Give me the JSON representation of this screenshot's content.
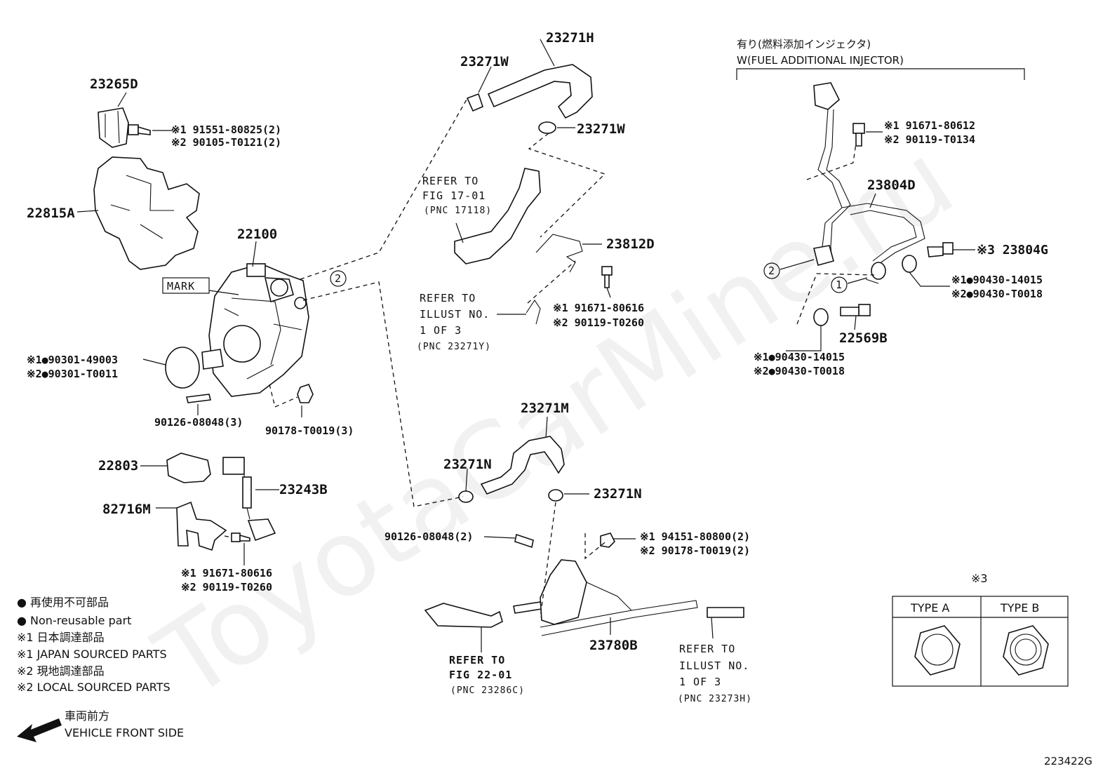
{
  "watermark": "ToyotaCarMine.ru",
  "figure_code": "223422G",
  "header": {
    "jp": "有り(燃料添加インジェクタ)",
    "en": "W(FUEL ADDITIONAL INJECTOR)"
  },
  "pncs": {
    "p23265D": "23265D",
    "p22815A": "22815A",
    "p22100": "22100",
    "p23271H": "23271H",
    "p23271W_a": "23271W",
    "p23271W_b": "23271W",
    "p23812D": "23812D",
    "p23271M": "23271M",
    "p23271N_a": "23271N",
    "p23271N_b": "23271N",
    "p22803": "22803",
    "p23243B": "23243B",
    "p82716M": "82716M",
    "p23780B": "23780B",
    "p23804D": "23804D",
    "p23804G": "23804G",
    "p22569B": "22569B"
  },
  "parts": {
    "bolt_23265d_1": "※1 91551-80825(2)",
    "bolt_23265d_2": "※2 90105-T0121(2)",
    "oring_1": "※1●90301-49003",
    "oring_2": "※2●90301-T0011",
    "stud_pump": "90126-08048(3)",
    "nut_pump": "90178-T0019(3)",
    "bolt_23812d_1": "※1 91671-80616",
    "bolt_23812d_2": "※2 90119-T0260",
    "bolt_82716m_1": "※1 91671-80616",
    "bolt_82716m_2": "※2 90119-T0260",
    "stud_lower": "90126-08048(2)",
    "nut_lower_1": "※1 94151-80800(2)",
    "nut_lower_2": "※2 90178-T0019(2)",
    "bolt_inj_1": "※1 91671-80612",
    "bolt_inj_2": "※2 90119-T0134",
    "union_23804g": "※3 23804G",
    "gasket_r_1": "※1●90430-14015",
    "gasket_r_2": "※2●90430-T0018",
    "gasket_l_1": "※1●90430-14015",
    "gasket_l_2": "※2●90430-T0018"
  },
  "mark_label": "MARK",
  "refs": {
    "fig17": [
      "REFER TO",
      "FIG 17-01",
      "(PNC 17118)"
    ],
    "illust_23271y": [
      "REFER TO",
      "ILLUST NO.",
      "1 OF 3",
      "(PNC 23271Y)"
    ],
    "fig22": [
      "REFER TO",
      "FIG 22-01",
      "(PNC 23286C)"
    ],
    "illust_23273h": [
      "REFER TO",
      "ILLUST NO.",
      "1 OF 3",
      "(PNC 23273H)"
    ]
  },
  "callouts": {
    "c2_pump": "2",
    "c2_inj": "2",
    "c1_inj": "1"
  },
  "legend": {
    "l1": "● 再使用不可部品",
    "l2": "● Non-reusable part",
    "l3": "※1 日本調達部品",
    "l4": "※1 JAPAN SOURCED PARTS",
    "l5": "※2 現地調達部品",
    "l6": "※2 LOCAL SOURCED PARTS"
  },
  "front": {
    "jp": "車両前方",
    "en": "VEHICLE FRONT SIDE"
  },
  "type_table": {
    "note": "※3",
    "type_a": "TYPE A",
    "type_b": "TYPE B"
  }
}
